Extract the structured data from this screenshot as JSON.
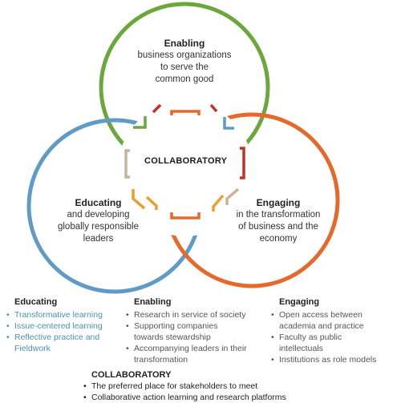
{
  "colors": {
    "green": "#6aa83c",
    "blue": "#5f9bc6",
    "orange": "#e5692b",
    "red": "#c0332f",
    "tan": "#c9b49a",
    "yellow": "#e9a12e",
    "educating_text": "#4b91b8"
  },
  "circles": {
    "top": {
      "heading": "Enabling",
      "lines": [
        "business organizations",
        "to serve the",
        "common good"
      ]
    },
    "left": {
      "heading": "Educating",
      "lines": [
        "and developing",
        "globally responsible",
        "leaders"
      ]
    },
    "right": {
      "heading": "Engaging",
      "lines": [
        "in the transformation",
        "of business and the",
        "economy"
      ]
    },
    "center": {
      "label": "COLLABORATORY"
    }
  },
  "columns": {
    "educating": {
      "heading": "Educating",
      "items": [
        "Transformative learning",
        "Issue-centered learning",
        "Reflective practice and Fieldwork"
      ]
    },
    "enabling": {
      "heading": "Enabling",
      "items": [
        "Research in service of society",
        "Supporting companies towards stewardship",
        "Accompanying leaders in their transformation"
      ]
    },
    "engaging": {
      "heading": "Engaging",
      "items": [
        "Open access between academia and practice",
        "Faculty as public intellectuals",
        "Institutions as role models"
      ]
    }
  },
  "collaboratory_section": {
    "heading": "COLLABORATORY",
    "items": [
      "The preferred place for stakeholders to meet",
      "Collaborative action learning and research platforms"
    ]
  }
}
